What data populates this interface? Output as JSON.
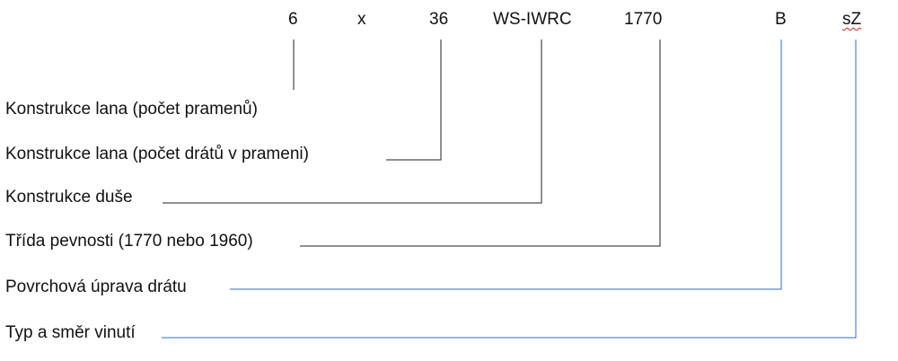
{
  "code": {
    "strands": "6",
    "times": "x",
    "wires": "36",
    "core": "WS-IWRC",
    "strength": "1770",
    "finish": "B",
    "lay": "sZ"
  },
  "labels": {
    "strands": "Konstrukce lana (počet pramenů)",
    "wires": "Konstrukce lana (počet drátů v prameni)",
    "core": "Konstrukce duše",
    "strength": "Třída pevnosti (1770 nebo 1960)",
    "finish": "Povrchová úprava drátu",
    "lay": "Typ a směr vinutí"
  },
  "colors": {
    "text": "#111111",
    "line_dark": "#222222",
    "line_blue": "#2e6fb8",
    "spellcheck": "#d42020"
  }
}
